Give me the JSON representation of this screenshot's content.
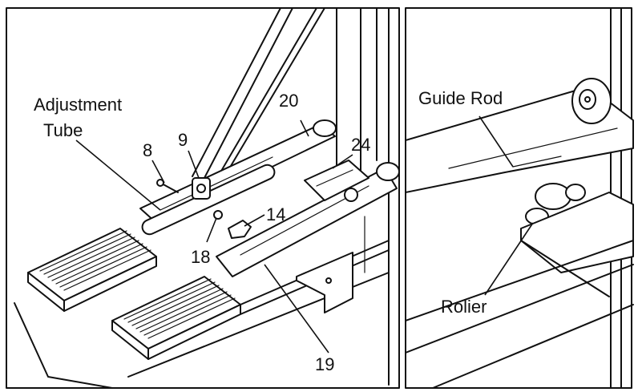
{
  "labels": {
    "adjustment_line1": "Adjustment",
    "adjustment_line2": "Tube",
    "part_20": "20",
    "part_9": "9",
    "part_8": "8",
    "part_24": "24",
    "part_14": "14",
    "part_18": "18",
    "part_19": "19",
    "guide_rod": "Guide Rod",
    "roller": "Rolier"
  },
  "colors": {
    "ink": "#111111",
    "paper": "#ffffff"
  }
}
